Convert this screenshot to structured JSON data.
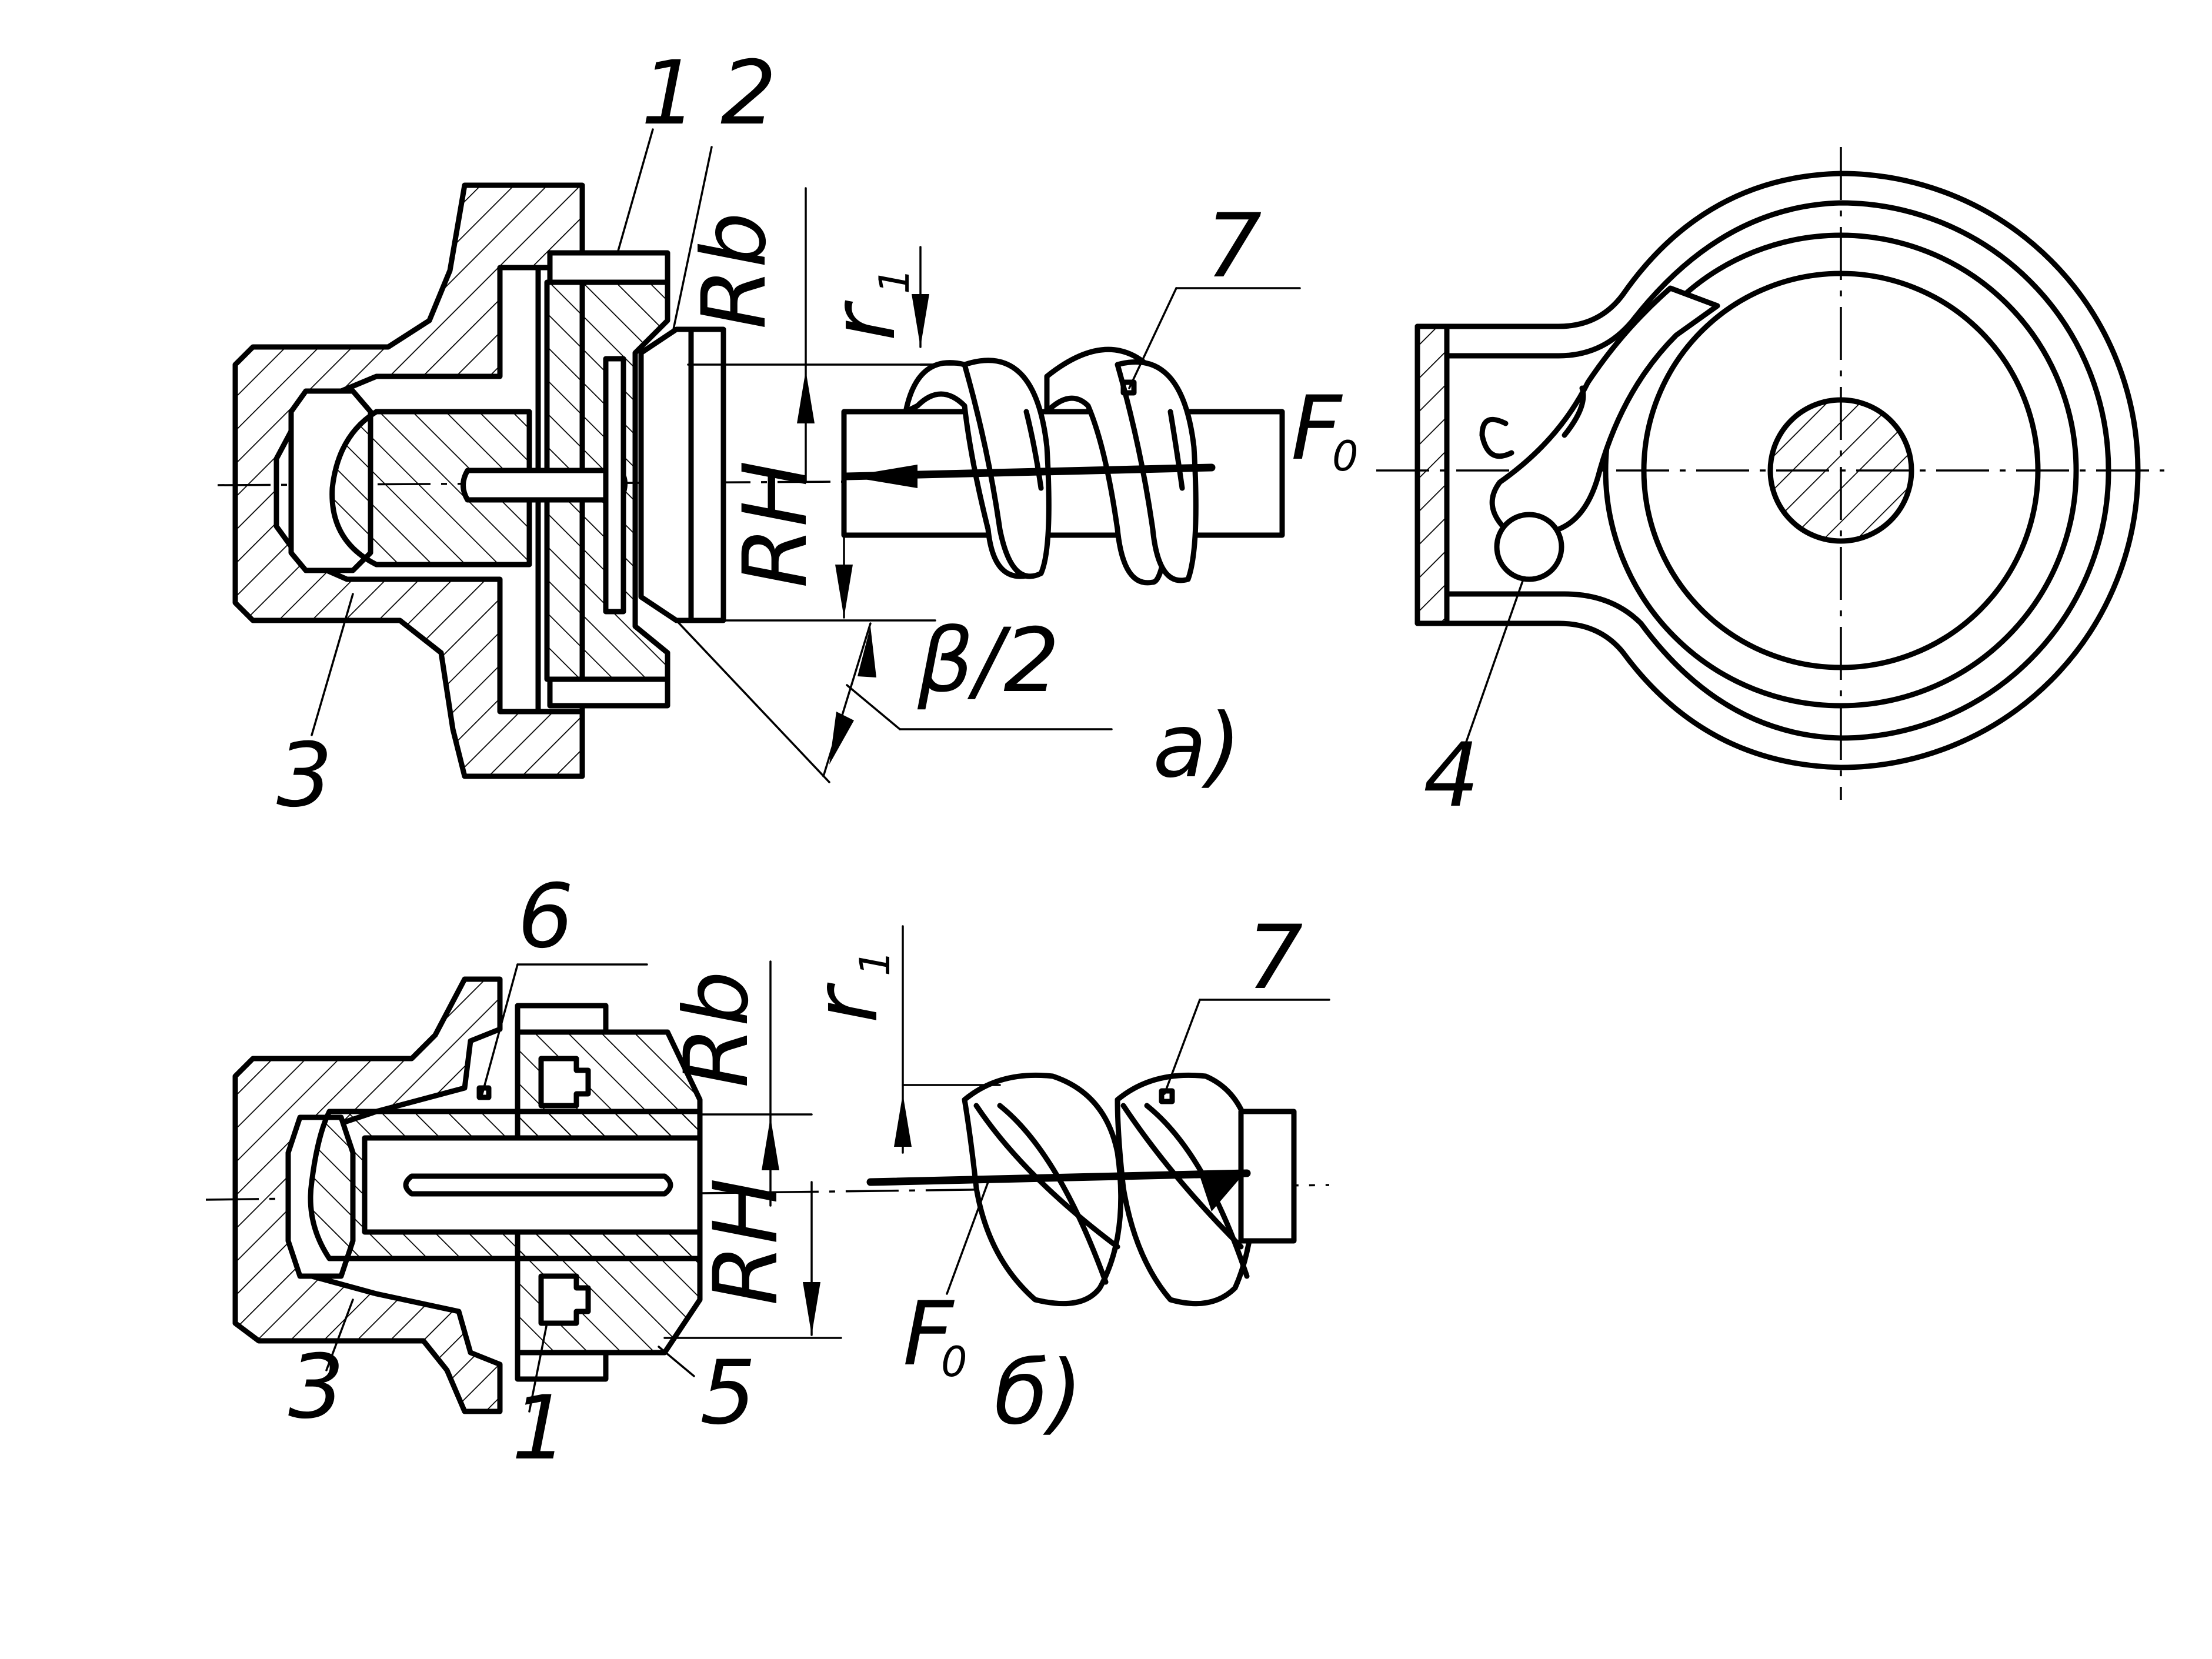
{
  "figure_a": {
    "label_1": "1",
    "label_2": "2",
    "label_3": "3",
    "label_4": "4",
    "label_7": "7",
    "label_rb": "Rb",
    "label_rh": "RH",
    "label_r1": "r",
    "label_r1_sub": "1",
    "label_f0": "F",
    "label_f0_sub": "0",
    "label_beta": "β/2",
    "caption": "a)"
  },
  "figure_b": {
    "label_1": "1",
    "label_3": "3",
    "label_5": "5",
    "label_6": "6",
    "label_7": "7",
    "label_rb": "Rb",
    "label_rh": "RH",
    "label_r1": "r",
    "label_r1_sub": "1",
    "label_f0": "F",
    "label_f0_sub": "0",
    "caption": "б)"
  }
}
